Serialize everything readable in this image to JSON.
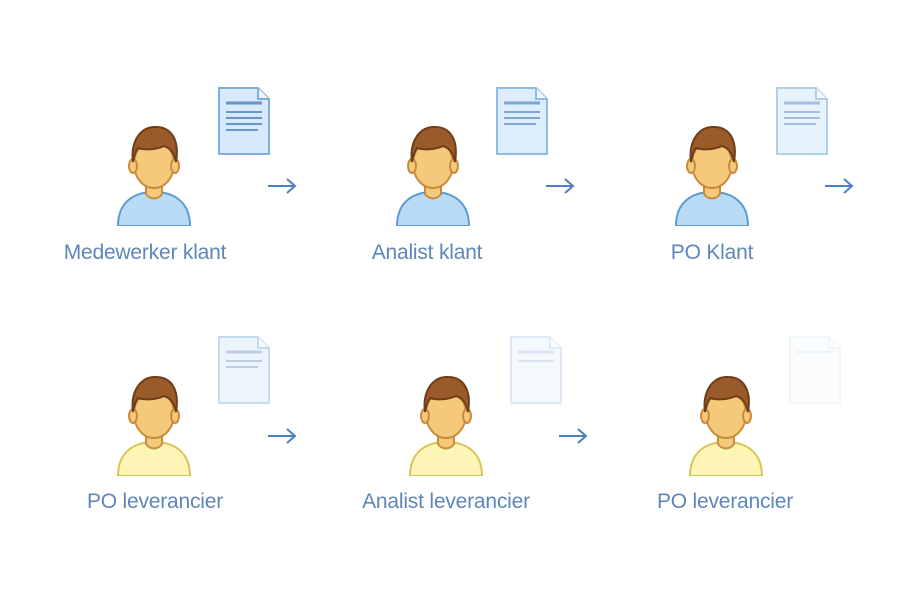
{
  "rows": [
    {
      "steps": [
        {
          "label": "Medewerker klant",
          "doc_opacity": 1.0
        },
        {
          "label": "Analist klant",
          "doc_opacity": 0.85
        },
        {
          "label": "PO Klant",
          "doc_opacity": 0.6
        }
      ]
    },
    {
      "steps": [
        {
          "label": "PO leverancier",
          "doc_opacity": 0.45
        },
        {
          "label": "Analist leverancier",
          "doc_opacity": 0.25
        },
        {
          "label": "PO leverancier",
          "doc_opacity": 0.1
        }
      ]
    }
  ],
  "colors": {
    "label": "#5f86b8",
    "arrow": "#4f7fc0",
    "skin": "#f4c97a",
    "skin_outline": "#c98a3c",
    "hair": "#9a5a2a",
    "hair_outline": "#6e3d1a",
    "shirt_client": "#b9dbf6",
    "shirt_client_outline": "#5e9ad6",
    "shirt_supplier": "#fdf5b6",
    "shirt_supplier_outline": "#d8c45a",
    "doc_fill": "#d7eafb",
    "doc_outline": "#7eaee0",
    "doc_lines": "#6a94c9"
  },
  "icons": {
    "person": "person-icon",
    "document": "document-icon",
    "arrow": "arrow-right-icon"
  }
}
